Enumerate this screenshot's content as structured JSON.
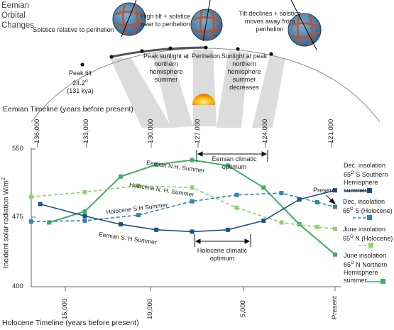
{
  "top": {
    "title": "Eemian Orbital Changes",
    "ann_solstice": "Solstice relative to perihelion",
    "ann_high_tilt": "High tilt + solstice near to perihelion",
    "ann_tilt_declines": "Tilt declines + solstice moves away from perihelion",
    "ann_peak_tilt_1": "Peak tilt",
    "ann_peak_tilt_2": "24.2",
    "ann_peak_tilt_deg": "o",
    "ann_peak_tilt_3": "(131 kya)",
    "ann_peak_sunlight": "Peak sunlight at northern hemisphere summer",
    "ann_perihelion": "Perihelion",
    "ann_sunlight_decreases": "Sunlight at peak northern hemisphere summer decreases",
    "eemian_timeline": "Eemian Timeline (years before present)",
    "eemian_ticks": [
      "136,000",
      "133,000",
      "130,000",
      "127,000",
      "124,000",
      "121,000"
    ]
  },
  "chart_data": {
    "type": "line",
    "ylabel": "Incident solar radiation W/m",
    "ylabel_sup": "2",
    "xlabel": "Holocene Timeline (years before present)",
    "x_ticks": [
      "15,000",
      "10,000",
      "5,000",
      "Present"
    ],
    "y_ticks": [
      "550",
      "475",
      "400"
    ],
    "ylim": [
      400,
      550
    ],
    "x_range_years_bp": [
      17000,
      0
    ],
    "series": [
      {
        "name": "Eemian N.H. Summer",
        "style": "solid",
        "color": "#3cb063",
        "x": [
          16000,
          14000,
          12000,
          10000,
          8000,
          6000,
          4000,
          2000,
          0
        ],
        "y": [
          470,
          482,
          520,
          533,
          538,
          532,
          508,
          468,
          435
        ]
      },
      {
        "name": "Holocene N. H. Summer",
        "style": "dashed",
        "color": "#8ed36b",
        "x": [
          17000,
          14000,
          11000,
          8000,
          5500,
          3000,
          1000,
          0
        ],
        "y": [
          498,
          503,
          510,
          508,
          486,
          470,
          465,
          463
        ]
      },
      {
        "name": "Holocene S.H Summer",
        "style": "dashed",
        "color": "#2f86b6",
        "x": [
          17000,
          14000,
          11000,
          8000,
          5500,
          3000,
          1000,
          0
        ],
        "y": [
          471,
          472,
          478,
          493,
          500,
          502,
          492,
          487
        ]
      },
      {
        "name": "Eemian S. H Summer",
        "style": "solid",
        "color": "#1c4f86",
        "x": [
          16500,
          14000,
          12000,
          10000,
          8000,
          6000,
          4000,
          2000,
          0
        ],
        "y": [
          490,
          477,
          468,
          462,
          460,
          462,
          472,
          495,
          505
        ]
      }
    ],
    "annotations": {
      "eemian_optimum": "Eemian climatic optimum",
      "holocene_optimum": "Holocene climatic optimum",
      "present": "Present"
    },
    "legend": [
      {
        "label": "Dec. insolation 65",
        "sup": "O",
        "rest": " S Southern Hemisphere summer",
        "color": "#1c4f86",
        "style": "solid"
      },
      {
        "label": "Dec. insolation 65",
        "sup": "O",
        "rest": " S (Holocene)",
        "color": "#2f86b6",
        "style": "dashed"
      },
      {
        "label": "June insolation 65",
        "sup": "O",
        "rest": " N (Holocene)",
        "color": "#8ed36b",
        "style": "dashed"
      },
      {
        "label": "June insolation 65",
        "sup": "O",
        "rest": " N Northern Hemisphere summer",
        "color": "#3cb063",
        "style": "solid"
      }
    ]
  }
}
